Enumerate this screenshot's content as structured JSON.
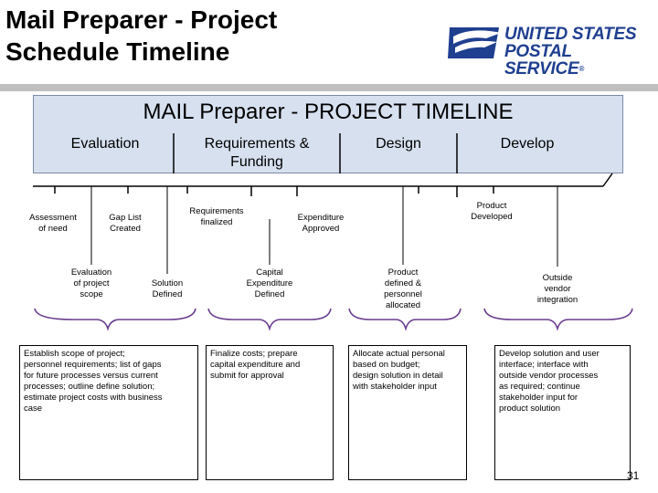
{
  "header": {
    "title_line1": "Mail Preparer - Project",
    "title_line2": "Schedule Timeline",
    "logo_line1": "UNITED STATES",
    "logo_line2": "POSTAL SERVICE",
    "logo_mark": "®"
  },
  "timeline": {
    "title": "MAIL Preparer - PROJECT TIMELINE",
    "phases": {
      "evaluation": "Evaluation",
      "requirements_line1": "Requirements &",
      "requirements_line2": "Funding",
      "design": "Design",
      "develop": "Develop"
    }
  },
  "milestones": {
    "assessment": [
      "Assessment",
      "of need"
    ],
    "gap_list": [
      "Gap List",
      "Created"
    ],
    "requirements_finalized": [
      "Requirements",
      "finalized"
    ],
    "expenditure_approved": [
      "Expenditure",
      "Approved"
    ],
    "product_developed": [
      "Product",
      "Developed"
    ],
    "evaluation_scope": [
      "Evaluation",
      "of project",
      "scope"
    ],
    "solution_defined": [
      "Solution",
      "Defined"
    ],
    "capital_expenditure": [
      "Capital",
      "Expenditure",
      "Defined"
    ],
    "product_defined": [
      "Product",
      "defined &",
      "personnel",
      "allocated"
    ],
    "outside_vendor": [
      "Outside",
      "vendor",
      "integration"
    ]
  },
  "descriptions": {
    "evaluation": [
      "Establish scope of project;",
      "personnel requirements; list of gaps",
      "for future processes versus current",
      "processes; outline define solution;",
      "estimate project costs with business",
      "case"
    ],
    "funding": [
      "Finalize costs; prepare",
      "capital expenditure and",
      "submit for approval"
    ],
    "design": [
      "Allocate actual personal",
      "based on budget;",
      "design solution in detail",
      "with stakeholder input"
    ],
    "develop": [
      "Develop solution and  user",
      "interface; interface with",
      "outside vendor processes",
      "as required; continue",
      "stakeholder input for",
      "product solution"
    ]
  },
  "page_number": "31",
  "colors": {
    "logo_blue": "#1f3f8f",
    "timeline_fill": "#d6e0ef",
    "brace": "#6a3d8f"
  }
}
